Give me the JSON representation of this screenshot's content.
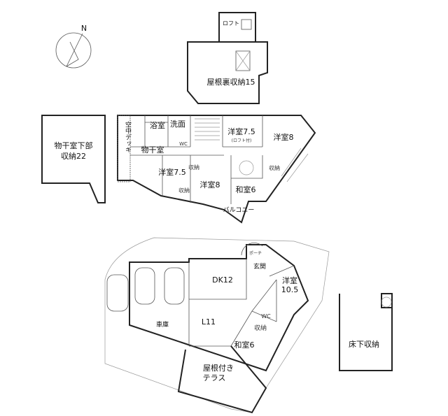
{
  "compass": {
    "north": "N"
  },
  "loft_floor": {
    "loft": "ロフト",
    "attic_storage": "屋根裏収納15"
  },
  "drying_room_storage": {
    "line1": "物干室下部",
    "line2": "収納22"
  },
  "second_floor": {
    "bath": "浴室",
    "washroom": "洗面",
    "wc": "WC",
    "sky_deck": "空中デッキ",
    "drying_room": "物干室",
    "western_room_a": "洋室7.5",
    "western_room_a_note": "(ロフト付)",
    "western_room_b": "洋室8",
    "western_room_c": "洋室7.5",
    "western_room_d": "洋室8",
    "japanese_room": "和室6",
    "storage": "収納",
    "balcony": "バルコニー"
  },
  "first_floor": {
    "dk": "DK12",
    "entrance": "玄関",
    "western_room": "洋室",
    "western_room_size": "10.5",
    "living": "L11",
    "garage": "車庫",
    "wc": "WC",
    "storage": "収納",
    "japanese_room": "和室6",
    "terrace_line1": "屋根付き",
    "terrace_line2": "テラス",
    "porch": "ポーチ"
  },
  "underfloor_storage": {
    "label": "床下収納"
  }
}
